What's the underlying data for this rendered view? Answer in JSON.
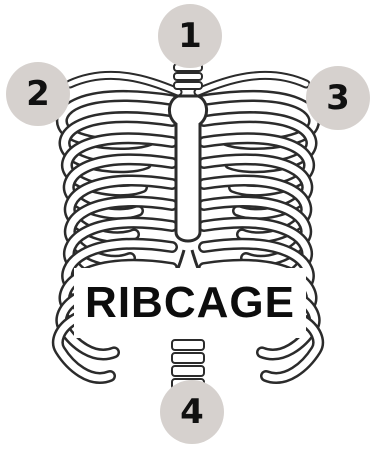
{
  "title": "RIBCAGE",
  "markers": [
    "1",
    "2",
    "3",
    "4"
  ],
  "colors": {
    "marker": "#d6d1ce",
    "ink": "#2b2b2b",
    "text": "#111111"
  }
}
